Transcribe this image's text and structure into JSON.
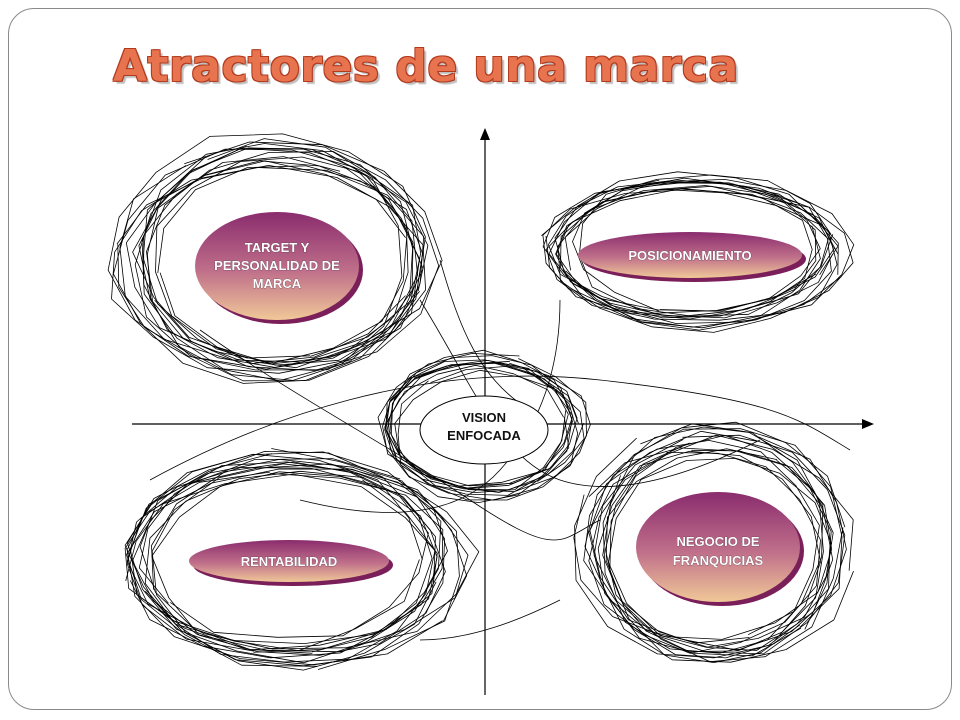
{
  "title": "Atractores de una marca",
  "nodes": {
    "target": {
      "lines": [
        "TARGET Y",
        "PERSONALIDAD DE",
        "MARCA"
      ]
    },
    "posicionamiento": {
      "lines": [
        "POSICIONAMIENTO"
      ]
    },
    "vision": {
      "lines": [
        "VISION",
        "ENFOCADA"
      ]
    },
    "rentabilidad": {
      "lines": [
        "RENTABILIDAD"
      ]
    },
    "franquicias": {
      "lines": [
        "NEGOCIO DE",
        "FRANQUICIAS"
      ]
    }
  },
  "colors": {
    "accent_title": "#e8734f",
    "oval_top": "#8a2c6e",
    "oval_bottom": "#f0c898",
    "scribble": "#000000",
    "axes": "#000000"
  }
}
